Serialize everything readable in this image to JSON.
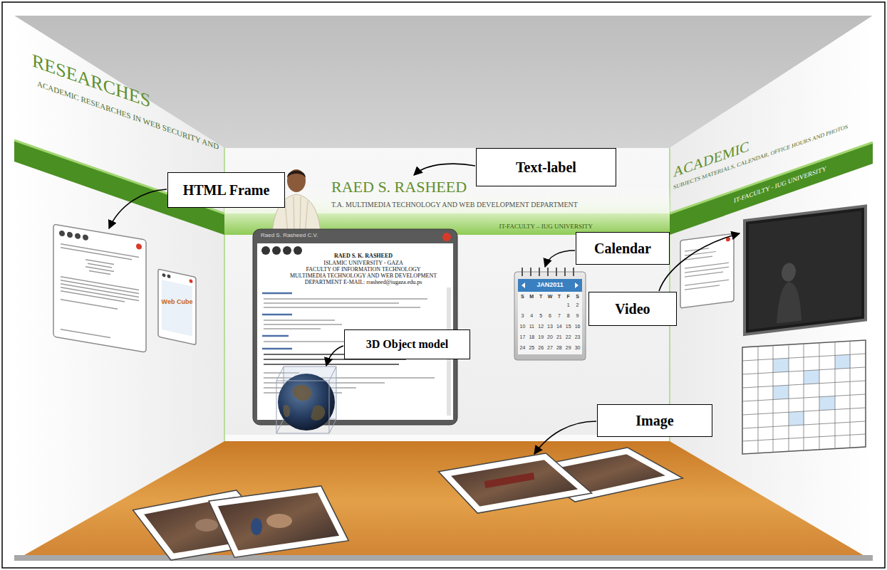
{
  "diagram": {
    "nodes": [
      {
        "text": [
          "Text-label"
        ]
      },
      {
        "text": [
          "HTML Frame"
        ]
      },
      {
        "text": [
          "Calendar"
        ]
      },
      {
        "text": [
          "Video"
        ]
      },
      {
        "text": [
          "3D Object model"
        ]
      },
      {
        "text": [
          "Image"
        ]
      }
    ],
    "labels": [
      "RESEARCHES",
      "ACADEMIC RESEARCHES IN WEB SECURITY AND",
      "RAED S. RASHEED",
      "T.A. MULTIMEDIA TECHNOLOGY AND WEB DEVELOPMENT DEPARTMENT",
      "IT-FACULTY – IUG UNIVERSITY",
      "ACADEMIC",
      "SUBJECTS MATERIALS, CALENDAR, OFFICE HOURS AND PHOTOS",
      "IT-FACULTY - IUG UNIVERSITY",
      "Raed S. Rasheed C.V.",
      "RAED S. K. RASHEED",
      "ISLAMIC UNIVERSITY - GAZA",
      "FACULTY OF INFORMATION TECHNOLOGY",
      "MULTIMEDIA TECHNOLOGY AND WEB DEVELOPMENT",
      "DEPARTMENT E-MAIL: rrasheed@iugaza.edu.ps",
      "Web Cube",
      "JAN2011",
      "S",
      "M",
      "T",
      "W",
      "T",
      "F",
      "S",
      "1",
      "2",
      "3",
      "4",
      "5",
      "6",
      "7",
      "8",
      "9",
      "10",
      "11",
      "12",
      "13",
      "14",
      "15",
      "16",
      "17",
      "18",
      "19",
      "20",
      "21",
      "22",
      "23",
      "24",
      "25",
      "26",
      "27",
      "28",
      "29",
      "30"
    ]
  }
}
